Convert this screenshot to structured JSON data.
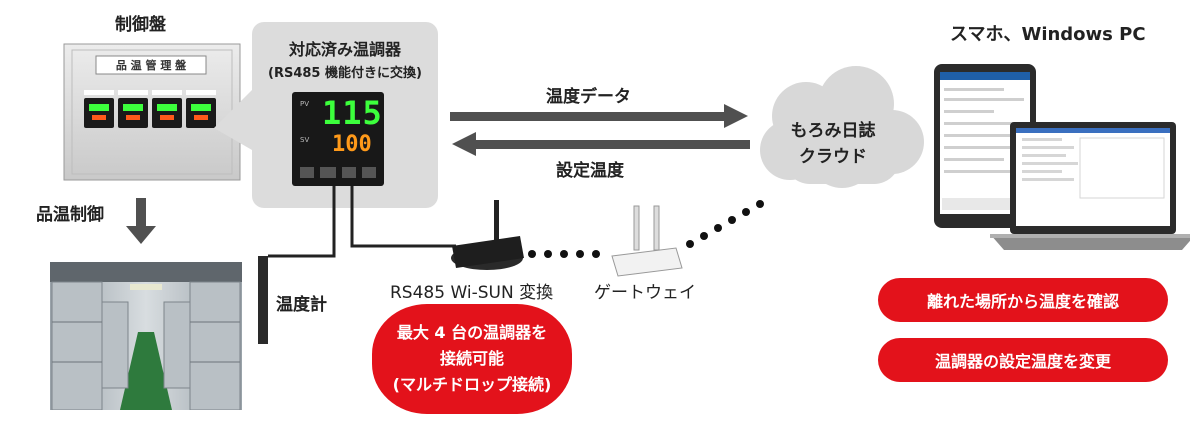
{
  "control_panel": {
    "title": "制御盤",
    "plate_text": "品 温 管 理 盤"
  },
  "controller": {
    "title": "対応済み温調器",
    "subtitle": "(RS485 機能付きに交換)",
    "pv_value": "115",
    "sv_value": "100"
  },
  "flow": {
    "temp_data_label": "温度データ",
    "set_temp_label": "設定温度"
  },
  "cloud": {
    "line1": "もろみ日誌",
    "line2": "クラウド"
  },
  "clients": {
    "title": "スマホ、Windows PC"
  },
  "product_temp_control": {
    "label": "品温制御"
  },
  "thermometer": {
    "label": "温度計"
  },
  "converter": {
    "label": "RS485 Wi-SUN 変換"
  },
  "gateway": {
    "label": "ゲートウェイ"
  },
  "multidrop": {
    "line1": "最大 4 台の温調器を",
    "line2": "接続可能",
    "line3": "(マルチドロップ接続)"
  },
  "features": [
    {
      "text": "離れた場所から温度を確認"
    },
    {
      "text": "温調器の設定温度を変更"
    }
  ],
  "colors": {
    "accent_red": "#e3121b",
    "arrow_gray": "#505050",
    "callout_gray": "#dcdcdc",
    "led_green": "#3cff3c",
    "led_orange": "#ff9a1a"
  }
}
